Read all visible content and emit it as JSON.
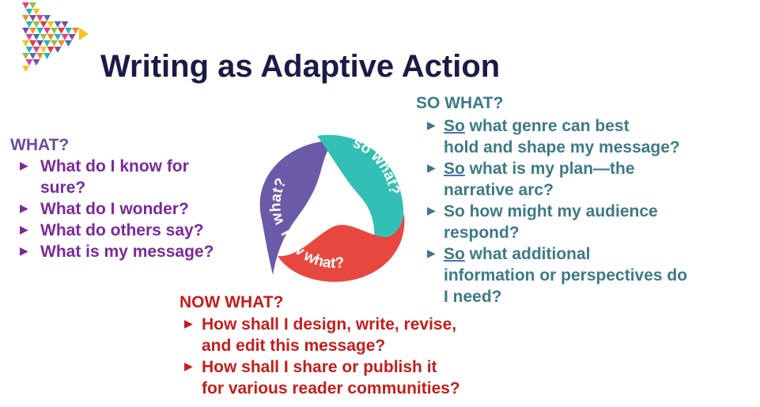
{
  "title": "Writing as Adaptive Action",
  "cycle": {
    "what_label": "what?",
    "so_what_label": "so what?",
    "now_what_label": "now what?",
    "colors": {
      "what": "#6a5aa8",
      "so_what": "#33bfb6",
      "now_what": "#e8473f"
    }
  },
  "what": {
    "heading": "WHAT?",
    "items": [
      {
        "line1": "What do I know for",
        "line2": "sure?"
      },
      {
        "line1": "What do I wonder?"
      },
      {
        "line1": "What do others say?"
      },
      {
        "line1": "What is my message?"
      }
    ]
  },
  "so_what": {
    "heading": "SO WHAT?",
    "items": [
      {
        "lead": "So",
        "rest": " what genre can best",
        "line2": "hold and shape my message?"
      },
      {
        "lead": "So",
        "rest": " what is my plan—the",
        "line2": "narrative arc?"
      },
      {
        "lead": "",
        "rest": "So how might my audience",
        "line2": "respond?"
      },
      {
        "lead": "So",
        "rest": " what additional",
        "line2": "information or perspectives do",
        "line3": "I need?"
      }
    ]
  },
  "now_what": {
    "heading": "NOW WHAT?",
    "items": [
      {
        "line1": "How shall I design, write, revise,",
        "line2": "and edit this message?"
      },
      {
        "line1": "How shall I share or publish it",
        "line2": "for various reader communities?"
      }
    ]
  },
  "colors": {
    "title": "#1b1b47",
    "what_text": "#7a2a99",
    "so_what_text": "#3d7a86",
    "now_what_text": "#c41d1d"
  }
}
